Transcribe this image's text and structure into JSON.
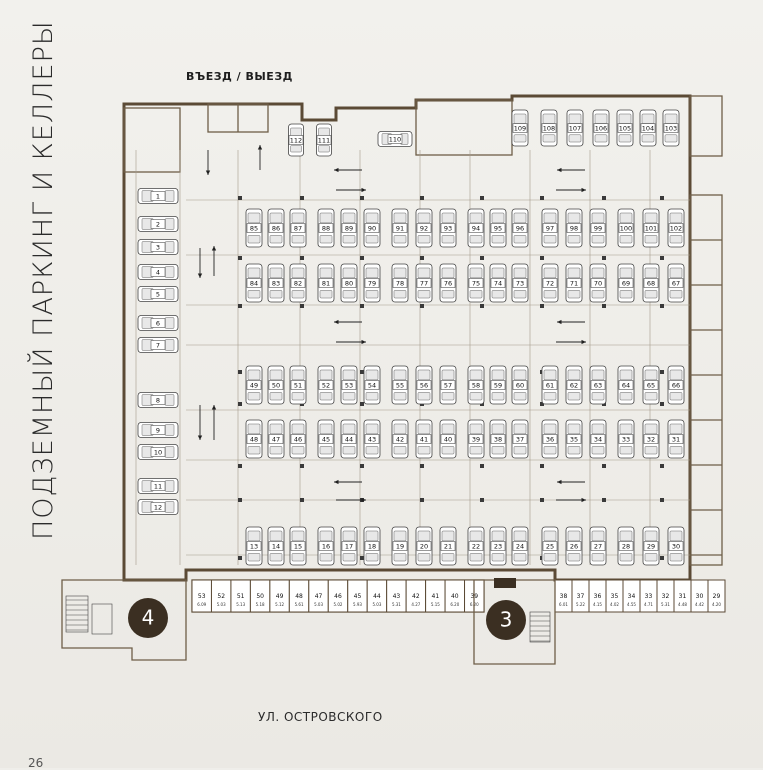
{
  "title": "ПОДЗЕМНЫЙ ПАРКИНГ И КЕЛЛЕРЫ",
  "entrance_label": "ВЪЕЗД / ВЫЕЗД",
  "street_label": "УЛ. ОСТРОВСКОГО",
  "page_number": "26",
  "sections": [
    "4",
    "3"
  ],
  "parking_spaces": {
    "left_column": [
      "1",
      "2",
      "3",
      "4",
      "5",
      "6",
      "7",
      "8",
      "9",
      "10",
      "11",
      "12"
    ],
    "top_area": [
      "112",
      "111",
      "110",
      "109",
      "108",
      "107",
      "106",
      "105",
      "104",
      "103"
    ],
    "row_a": [
      "85",
      "86",
      "87",
      "88",
      "89",
      "90",
      "91",
      "92",
      "93",
      "94",
      "95",
      "96",
      "97",
      "98",
      "99",
      "100",
      "101",
      "102"
    ],
    "row_b": [
      "84",
      "83",
      "82",
      "81",
      "80",
      "79",
      "78",
      "77",
      "76",
      "75",
      "74",
      "73",
      "72",
      "71",
      "70",
      "69",
      "68",
      "67"
    ],
    "row_c": [
      "49",
      "50",
      "51",
      "52",
      "53",
      "54",
      "55",
      "56",
      "57",
      "58",
      "59",
      "60",
      "61",
      "62",
      "63",
      "64",
      "65",
      "66"
    ],
    "row_d": [
      "48",
      "47",
      "46",
      "45",
      "44",
      "43",
      "42",
      "41",
      "40",
      "39",
      "38",
      "37",
      "36",
      "35",
      "34",
      "33",
      "32",
      "31"
    ],
    "row_e": [
      "13",
      "14",
      "15",
      "16",
      "17",
      "18",
      "19",
      "20",
      "21",
      "22",
      "23",
      "24",
      "25",
      "26",
      "27",
      "28",
      "29",
      "30"
    ]
  },
  "storage_rooms_left": [
    {
      "number": "53",
      "area": "6.09"
    },
    {
      "number": "52",
      "area": "5.03"
    },
    {
      "number": "51",
      "area": "5.13"
    },
    {
      "number": "50",
      "area": "5.18"
    },
    {
      "number": "49",
      "area": "5.12"
    },
    {
      "number": "48",
      "area": "5.61"
    },
    {
      "number": "47",
      "area": "5.03"
    },
    {
      "number": "46",
      "area": "5.02"
    },
    {
      "number": "45",
      "area": "5.93"
    },
    {
      "number": "44",
      "area": "5.03"
    },
    {
      "number": "43",
      "area": "5.31"
    },
    {
      "number": "42",
      "area": "4.27"
    },
    {
      "number": "41",
      "area": "5.15"
    },
    {
      "number": "40",
      "area": "6.20"
    },
    {
      "number": "39",
      "area": "6.20"
    }
  ],
  "storage_rooms_right": [
    {
      "number": "38",
      "area": "6.01"
    },
    {
      "number": "37",
      "area": "5.22"
    },
    {
      "number": "36",
      "area": "4.15"
    },
    {
      "number": "35",
      "area": "4.02"
    },
    {
      "number": "34",
      "area": "4.55"
    },
    {
      "number": "33",
      "area": "4.71"
    },
    {
      "number": "32",
      "area": "5.31"
    },
    {
      "number": "31",
      "area": "4.48"
    },
    {
      "number": "30",
      "area": "4.42"
    },
    {
      "number": "29",
      "area": "4.20"
    }
  ],
  "colors": {
    "wall": "#5b4a35",
    "badge": "#3b2f22",
    "background": "#efeeea"
  }
}
